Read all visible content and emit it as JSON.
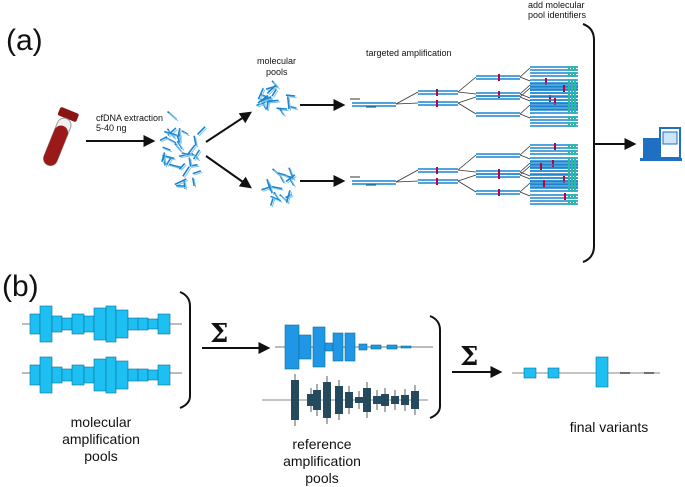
{
  "panel_a": {
    "label": "(a)",
    "extraction_text_1": "cfDNA extraction",
    "extraction_text_2": "5-40 ng",
    "molecular_pools_1": "molecular",
    "molecular_pools_2": "pools",
    "targeted_amplification": "targeted amplification",
    "add_identifiers_1": "add molecular",
    "add_identifiers_2": "pool identifiers"
  },
  "panel_b": {
    "label": "(b)",
    "sigma": "Σ",
    "caption_molecular": [
      "molecular",
      "amplification",
      "pools"
    ],
    "caption_reference": [
      "reference",
      "amplification",
      "pools"
    ],
    "caption_final": "final variants"
  },
  "colors": {
    "strand_blue": "#1a86d0",
    "light_blue": "#1ec0f4",
    "mid_blue": "#1f97e6",
    "dark_slate": "#254a5e",
    "tube_red": "#9a1a1a",
    "mutation_red": "#c0003a",
    "identifier_teal": "#2bb8a6"
  },
  "icons": [
    "test-tube-icon",
    "dna-fragments-icon",
    "sequencer-icon",
    "sigma-icon",
    "bracket-icon",
    "arrow-icon"
  ]
}
